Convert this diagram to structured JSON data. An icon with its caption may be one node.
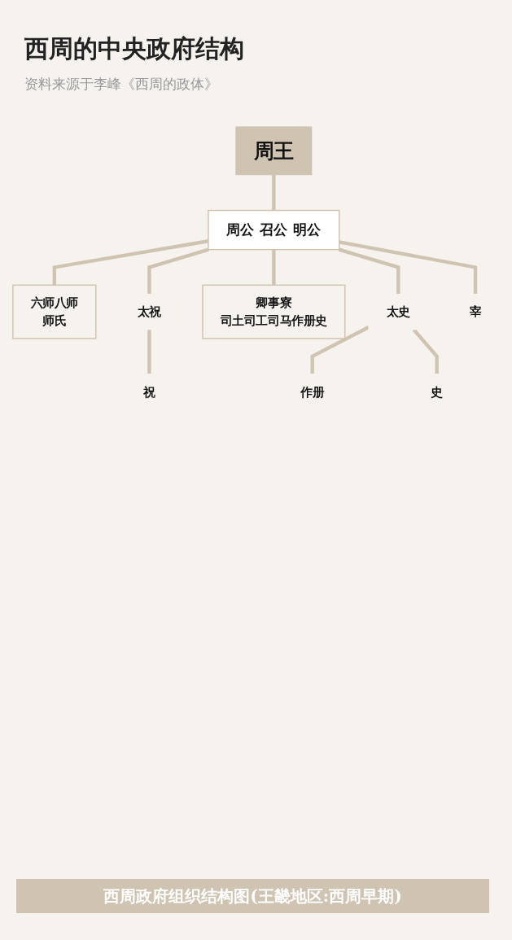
{
  "diagram": {
    "title": "西周的中央政府结构",
    "caption": "西周政府组织结构图(王畿地区:西周早期)",
    "labels": [
      "资料来源于李峰《西周的政体》"
    ],
    "nodes": [
      {
        "text": [
          "周王"
        ]
      },
      {
        "text": [
          "周公 召公 明公"
        ]
      },
      {
        "text": [
          "六师八师",
          "师氏"
        ]
      },
      {
        "text": [
          "太祝"
        ]
      },
      {
        "text": [
          "祝"
        ]
      },
      {
        "text": [
          "卿事寮",
          "司土司工司马作册史"
        ]
      },
      {
        "text": [
          "太史"
        ]
      },
      {
        "text": [
          "作册"
        ]
      },
      {
        "text": [
          "史"
        ]
      },
      {
        "text": [
          "宰"
        ]
      }
    ],
    "edges": [
      {
        "from": 0,
        "to": 1,
        "arrow": "none"
      },
      {
        "from": 1,
        "to": 2,
        "arrow": "none"
      },
      {
        "from": 1,
        "to": 3,
        "arrow": "none"
      },
      {
        "from": 1,
        "to": 5,
        "arrow": "none"
      },
      {
        "from": 1,
        "to": 6,
        "arrow": "none"
      },
      {
        "from": 1,
        "to": 9,
        "arrow": "none"
      },
      {
        "from": 3,
        "to": 4,
        "arrow": "none"
      },
      {
        "from": 6,
        "to": 7,
        "arrow": "none"
      },
      {
        "from": 6,
        "to": 8,
        "arrow": "none"
      }
    ]
  }
}
